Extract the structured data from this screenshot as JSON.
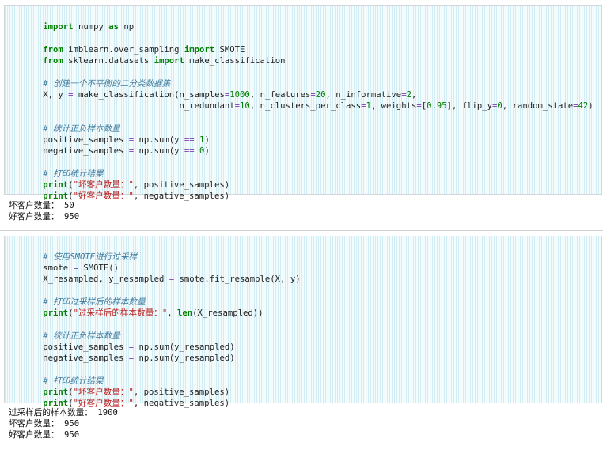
{
  "cell1": {
    "code": {
      "l1_kw1": "import",
      "l1_t1": " numpy ",
      "l1_kw2": "as",
      "l1_t2": " np",
      "l3_kw1": "from",
      "l3_t1": " imblearn.over_sampling ",
      "l3_kw2": "import",
      "l3_t2": " SMOTE",
      "l4_kw1": "from",
      "l4_t1": " sklearn.datasets ",
      "l4_kw2": "import",
      "l4_t2": " make_classification",
      "l6_cm": "# 创建一个不平衡的二分类数据集",
      "l7_a": "X, y ",
      "l7_op1": "=",
      "l7_b": " make_classification(n_samples",
      "l7_op2": "=",
      "l7_n1": "1000",
      "l7_c": ", n_features",
      "l7_op3": "=",
      "l7_n2": "20",
      "l7_d": ", n_informative",
      "l7_op4": "=",
      "l7_n3": "2",
      "l7_e": ",",
      "l8_a": "                           n_redundant",
      "l8_op1": "=",
      "l8_n1": "10",
      "l8_b": ", n_clusters_per_class",
      "l8_op2": "=",
      "l8_n2": "1",
      "l8_c": ", weights",
      "l8_op3": "=",
      "l8_d": "[",
      "l8_n3": "0.95",
      "l8_e": "], flip_y",
      "l8_op4": "=",
      "l8_n4": "0",
      "l8_f": ", random_state",
      "l8_op5": "=",
      "l8_n5": "42",
      "l8_g": ")",
      "l10_cm": "# 统计正负样本数量",
      "l11_a": "positive_samples ",
      "l11_op1": "=",
      "l11_b": " np.sum(y ",
      "l11_op2": "==",
      "l11_c": " ",
      "l11_n": "1",
      "l11_d": ")",
      "l12_a": "negative_samples ",
      "l12_op1": "=",
      "l12_b": " np.sum(y ",
      "l12_op2": "==",
      "l12_c": " ",
      "l12_n": "0",
      "l12_d": ")",
      "l14_cm": "# 打印统计结果",
      "l15_kw": "print",
      "l15_a": "(",
      "l15_st": "\"坏客户数量：\"",
      "l15_b": ", positive_samples)",
      "l16_kw": "print",
      "l16_a": "(",
      "l16_st": "\"好客户数量：\"",
      "l16_b": ", negative_samples)"
    },
    "output": [
      "坏客户数量： 50",
      "好客户数量： 950"
    ]
  },
  "cell2": {
    "code": {
      "l1_cm": "# 使用SMOTE进行过采样",
      "l2_a": "smote ",
      "l2_op": "=",
      "l2_b": " SMOTE()",
      "l3_a": "X_resampled, y_resampled ",
      "l3_op": "=",
      "l3_b": " smote.fit_resample(X, y)",
      "l5_cm": "# 打印过采样后的样本数量",
      "l6_kw": "print",
      "l6_a": "(",
      "l6_st": "\"过采样后的样本数量：\"",
      "l6_b": ", ",
      "l6_kw2": "len",
      "l6_c": "(X_resampled))",
      "l8_cm": "# 统计正负样本数量",
      "l9_a": "positive_samples ",
      "l9_op": "=",
      "l9_b": " np.sum(y_resampled)",
      "l10_a": "negative_samples ",
      "l10_op": "=",
      "l10_b": " np.sum(y_resampled)",
      "l12_cm": "# 打印统计结果",
      "l13_kw": "print",
      "l13_a": "(",
      "l13_st": "\"坏客户数量：\"",
      "l13_b": ", positive_samples)",
      "l14_kw": "print",
      "l14_a": "(",
      "l14_st": "\"好客户数量：\"",
      "l14_b": ", negative_samples)"
    },
    "output": [
      "过采样后的样本数量： 1900",
      "坏客户数量： 950",
      "好客户数量： 950"
    ]
  }
}
